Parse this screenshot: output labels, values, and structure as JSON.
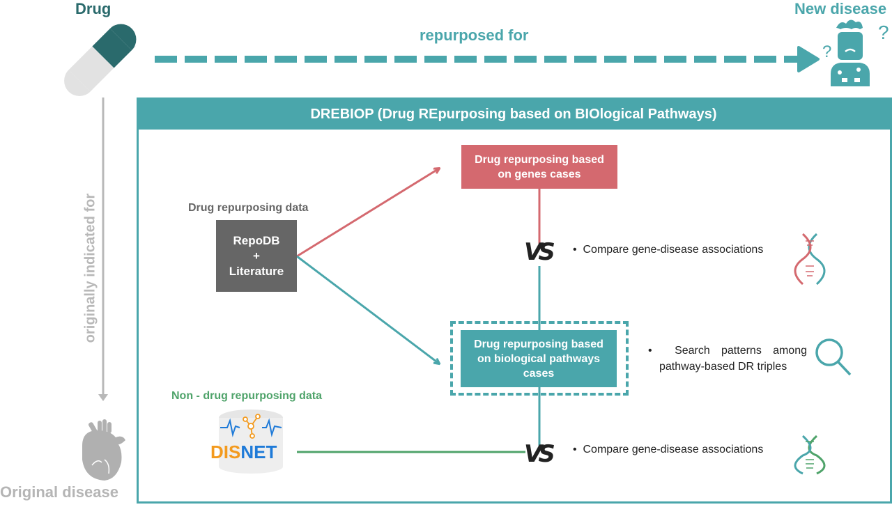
{
  "top": {
    "drug_label": "Drug",
    "new_disease_label": "New disease",
    "repurposed_label": "repurposed for",
    "originally_label": "originally indicated for",
    "original_disease_label": "Original disease"
  },
  "framework": {
    "title": "DREBIOP (Drug REpurposing  based on BIOlogical Pathways)",
    "dr_data_label": "Drug repurposing data",
    "repodb_box": {
      "line1": "RepoDB",
      "line2": "+",
      "line3": "Literature"
    },
    "genes_box": {
      "line1": "Drug repurposing based",
      "line2": "on genes cases"
    },
    "pathways_box": {
      "line1": "Drug repurposing based",
      "line2": "on biological pathways",
      "line3": "cases"
    },
    "vs_label": "VS",
    "bullets": {
      "compare_top": "Compare gene-disease associations",
      "search_line1": "Search patterns among",
      "search_line2": "pathway-based DR triples",
      "compare_bottom": "Compare gene-disease associations"
    },
    "non_dr_label": "Non - drug repurposing data",
    "disnet": {
      "part1": "DIS",
      "part2": "NET"
    }
  },
  "colors": {
    "teal": "#4aa6ab",
    "dark_teal": "#2a6a6c",
    "red": "#d4696f",
    "green": "#4fa36a",
    "grey": "#b8b8b8",
    "dark_grey": "#666666"
  }
}
